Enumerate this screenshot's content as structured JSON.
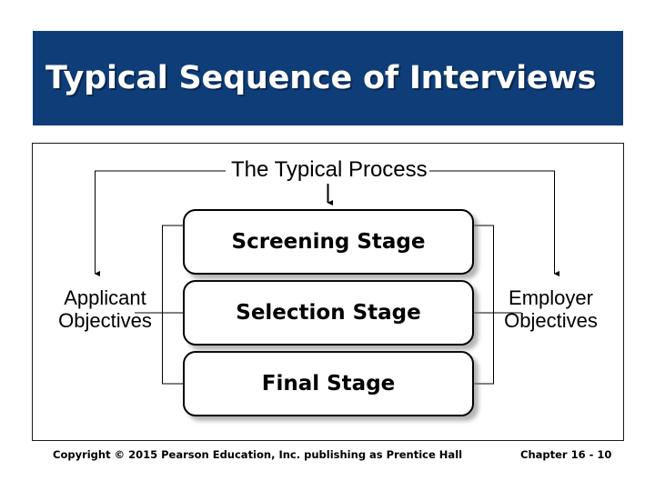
{
  "slide": {
    "title": "Typical Sequence of Interviews",
    "title_bar_color": "#0e3d78",
    "title_text_color": "#ffffff"
  },
  "diagram": {
    "process_label": "The Typical Process",
    "left_label": "Applicant Objectives",
    "right_label": "Employer Objectives",
    "stages": [
      {
        "label": "Screening Stage"
      },
      {
        "label": "Selection Stage"
      },
      {
        "label": "Final Stage"
      }
    ],
    "connectors": {
      "down_arrow_to_first_stage": "arrow-down-icon",
      "left_branch_arrow": "arrow-down-icon",
      "right_branch_arrow": "arrow-down-icon",
      "left_bracket": "bracket-left-icon",
      "right_bracket": "bracket-right-icon"
    },
    "border_color": "#1a1a1a"
  },
  "footer": {
    "copyright": "Copyright © 2015 Pearson Education, Inc. publishing as Prentice Hall",
    "chapter": "Chapter 16 - 10"
  }
}
